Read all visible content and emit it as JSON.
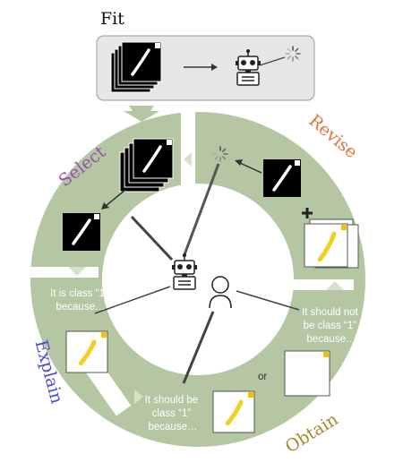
{
  "stages": {
    "fit": "Fit",
    "select": "Select",
    "revise": "Revise",
    "explain": "Explain",
    "obtain": "Obtain"
  },
  "captions": {
    "explain": [
      "It is class “1”",
      "because…"
    ],
    "obtain_not": [
      "It should not",
      "be class “1”",
      "because…"
    ],
    "obtain_should": [
      "It should be",
      "class “1”",
      "because…"
    ]
  },
  "connector": "or",
  "colors": {
    "ring": "#b4c6a2",
    "ring_dark": "#9fb48c",
    "box": "#e6e6e6",
    "select": "#9a4fb0",
    "revise": "#e0733a",
    "explain": "#4a4ad8",
    "obtain": "#a8882c",
    "digit": "#ffffff",
    "explanation": "#f2d022"
  },
  "icons": [
    "robot-icon",
    "user-icon",
    "spinner-icon",
    "plus-icon"
  ]
}
